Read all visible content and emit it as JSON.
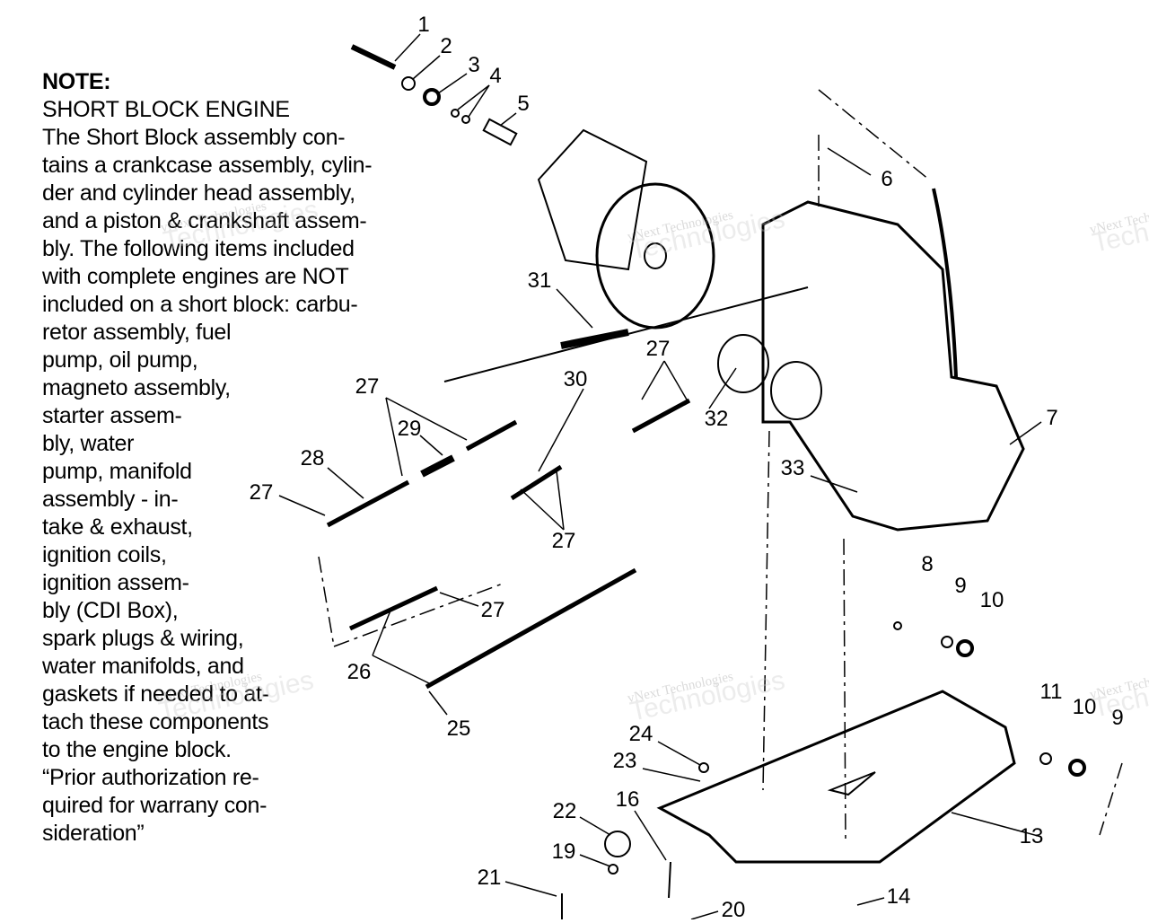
{
  "note": {
    "heading": "NOTE:",
    "subheading": "SHORT BLOCK ENGINE",
    "lines": [
      "The Short Block assembly con-",
      "tains a crankcase assembly, cylin-",
      "der and cylinder head assembly,",
      "and a piston & crankshaft assem-",
      "bly.  The following items included",
      "with complete engines are NOT",
      "included on a short block:  carbu-",
      "retor assembly, fuel",
      "pump, oil pump,",
      "magneto assembly,",
      "starter assem-",
      "bly, water",
      "pump, manifold",
      "assembly - in-",
      "take & exhaust,",
      "ignition coils,",
      "ignition assem-",
      "bly (CDI Box),",
      "spark plugs & wiring,",
      "water manifolds, and",
      "gaskets if needed to at-",
      "tach these components",
      "to the engine block.",
      "“Prior authorization re-",
      "quired for warrany con-",
      "sideration”"
    ]
  },
  "callouts": [
    "1",
    "2",
    "3",
    "4",
    "5",
    "6",
    "7",
    "31",
    "27",
    "30",
    "27",
    "29",
    "32",
    "28",
    "27",
    "33",
    "27",
    "8",
    "9",
    "10",
    "27",
    "26",
    "25",
    "11",
    "10",
    "9",
    "24",
    "23",
    "16",
    "22",
    "19",
    "13",
    "21",
    "14",
    "20"
  ],
  "watermark": {
    "line1": "vNext Technologies",
    "line2": "Technologies"
  }
}
